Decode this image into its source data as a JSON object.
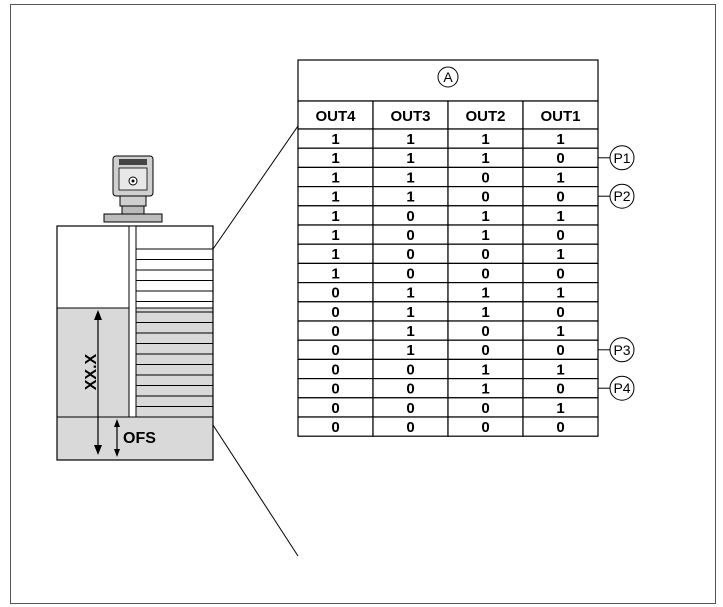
{
  "table": {
    "title_marker": "A",
    "headers": [
      "OUT4",
      "OUT3",
      "OUT2",
      "OUT1"
    ],
    "rows": [
      [
        "1",
        "1",
        "1",
        "1"
      ],
      [
        "1",
        "1",
        "1",
        "0"
      ],
      [
        "1",
        "1",
        "0",
        "1"
      ],
      [
        "1",
        "1",
        "0",
        "0"
      ],
      [
        "1",
        "0",
        "1",
        "1"
      ],
      [
        "1",
        "0",
        "1",
        "0"
      ],
      [
        "1",
        "0",
        "0",
        "1"
      ],
      [
        "1",
        "0",
        "0",
        "0"
      ],
      [
        "0",
        "1",
        "1",
        "1"
      ],
      [
        "0",
        "1",
        "1",
        "0"
      ],
      [
        "0",
        "1",
        "0",
        "1"
      ],
      [
        "0",
        "1",
        "0",
        "0"
      ],
      [
        "0",
        "0",
        "1",
        "1"
      ],
      [
        "0",
        "0",
        "1",
        "0"
      ],
      [
        "0",
        "0",
        "0",
        "1"
      ],
      [
        "0",
        "0",
        "0",
        "0"
      ]
    ]
  },
  "markers": [
    {
      "label": "P1",
      "row": 1
    },
    {
      "label": "P2",
      "row": 3
    },
    {
      "label": "P3",
      "row": 11
    },
    {
      "label": "P4",
      "row": 13
    }
  ],
  "tank": {
    "level_label": "XX.X",
    "offset_label": "OFS"
  },
  "colors": {
    "fill": "#d9d9d9",
    "line": "#000000",
    "frame": "#555555"
  }
}
